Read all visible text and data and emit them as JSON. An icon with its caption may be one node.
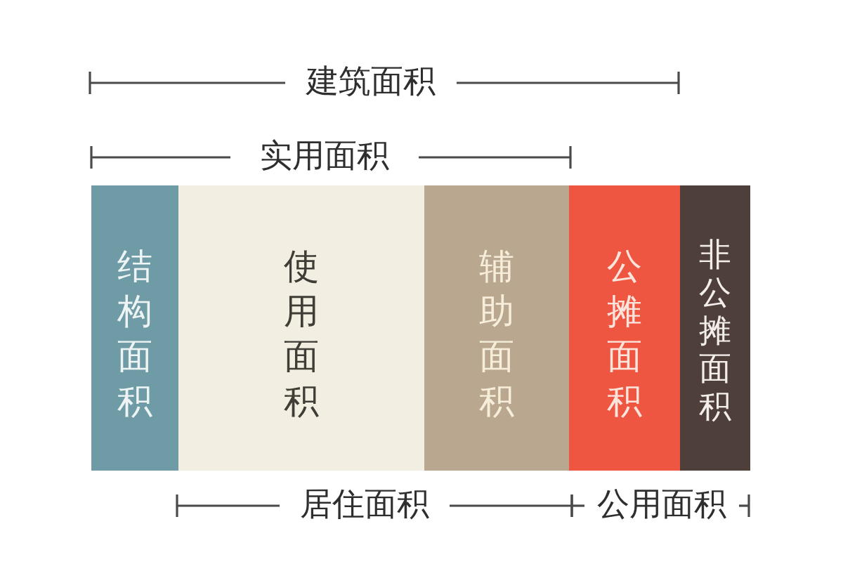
{
  "diagram": {
    "nodes": [
      {
        "text": [
          "结构面积"
        ]
      },
      {
        "text": [
          "使用面积"
        ]
      },
      {
        "text": [
          "辅助面积"
        ]
      },
      {
        "text": [
          "公摊面积"
        ]
      },
      {
        "text": [
          "非公摊面积"
        ]
      }
    ],
    "labels": [
      "建筑面积",
      "实用面积",
      "居住面积",
      "公用面积"
    ]
  }
}
